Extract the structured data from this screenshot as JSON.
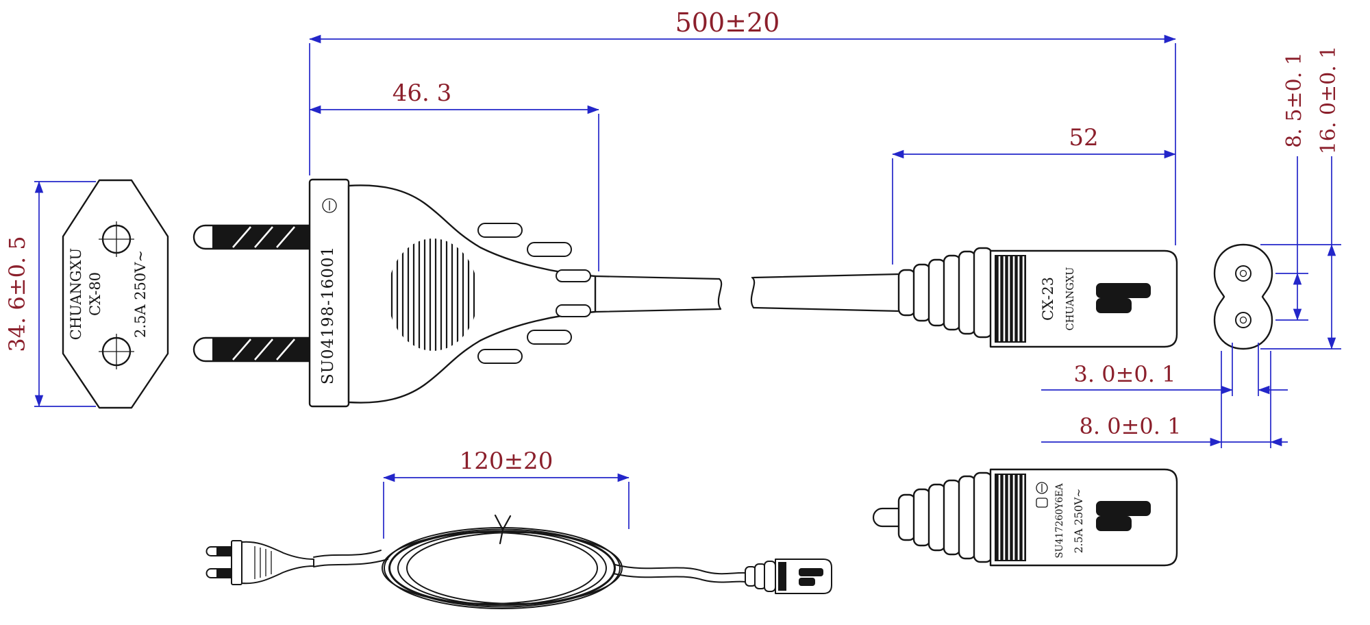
{
  "colors": {
    "dimension_line": "#2326c9",
    "dimension_text": "#8b1f2b",
    "drawing_line": "#161616",
    "background": "#ffffff"
  },
  "dimensions": {
    "overall_length": "500±20",
    "plug_body_length": "46. 3",
    "connector_length": "52",
    "plug_face_height": "34. 6±0. 5",
    "hole_pitch": "8. 5±0. 1",
    "connector_face_height": "16. 0±0. 1",
    "pin_dim_small": "3. 0±0. 1",
    "pin_dim_large": "8. 0±0. 1",
    "coil_length": "120±20"
  },
  "plug_face_markings": {
    "brand": "CHUANGXU",
    "model": "CX-80",
    "rating": "2.5A 250V~"
  },
  "plug_flange_marking": {
    "code": "SU04198-16001"
  },
  "connector_markings": {
    "model": "CX-23",
    "brand": "CHUANGXU"
  },
  "connector_top_markings": {
    "code": "SU417260Y6EA",
    "rating": "2.5A 250V~"
  }
}
